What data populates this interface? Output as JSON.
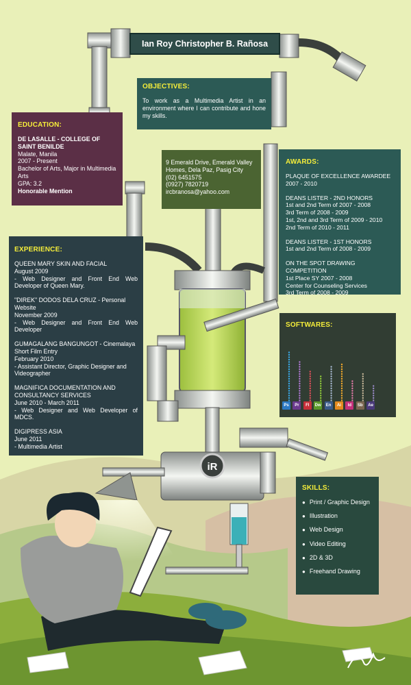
{
  "name": "Ian Roy Christopher B. Rañosa",
  "objectives": {
    "title": "OBJECTIVES:",
    "text": "To work as a Multimedia Artist in an environment where I can contribute and hone my skills."
  },
  "education": {
    "title": "EDUCATION:",
    "school": "DE LASALLE - COLLEGE OF SAINT BENILDE",
    "location": "Malate, Manila",
    "years": "2007 - Present",
    "degree": "Bachelor of Arts, Major in Multimedia Arts",
    "gpa": "GPA: 3.2",
    "honor": "Honorable Mention"
  },
  "contact": {
    "address": "9 Emerald Drive, Emerald Valley Homes, Dela Paz, Pasig City",
    "phone": "(02) 6451575",
    "mobile": "(0927) 7820719",
    "email": "ircbranosa@yahoo.com"
  },
  "awards": {
    "title": "AWARDS:",
    "items": [
      {
        "l1": "PLAQUE OF EXCELLENCE AWARDEE",
        "l2": "2007 - 2010"
      },
      {
        "l1": "DEANS LISTER - 2ND HONORS",
        "l2": "1st and 2nd Term of 2007 - 2008",
        "l3": "3rd Term of 2008 - 2009",
        "l4": "1st, 2nd and 3rd Term of 2009 - 2010",
        "l5": "2nd Term of 2010 - 2011"
      },
      {
        "l1": "DEANS LISTER - 1ST HONORS",
        "l2": "1st and 2nd Term of 2008 - 2009"
      },
      {
        "l1": "ON THE SPOT DRAWING COMPETITION",
        "l2": "1st Place SY 2007 - 2008",
        "l3": "Center for Counseling Services",
        "l4": "3rd Term of 2008 - 2009"
      }
    ]
  },
  "experience": {
    "title": "EXPERIENCE:",
    "items": [
      {
        "org": "QUEEN MARY SKIN AND FACIAL",
        "date": "August 2009",
        "role": "- Web Designer and Front End Web Developer of Queen Mary."
      },
      {
        "org": "\"DIREK\" DODOS DELA CRUZ - Personal Website",
        "date": "November 2009",
        "role": "- Web Designer and Front End Web Developer"
      },
      {
        "org": "GUMAGALANG BANGUNGOT - Cinemalaya Short Film Entry",
        "date": "February 2010",
        "role": "- Assistant Director, Graphic Designer and Videographer"
      },
      {
        "org": "MAGNIFICA DOCUMENTATION AND CONSULTANCY SERVICES",
        "date": "June 2010 - March 2011",
        "role": "- Web Designer and Web Developer of MDCS."
      },
      {
        "org": "DIGIPRESS ASIA",
        "date": "June 2011",
        "role": "- Multimedia Artist"
      }
    ]
  },
  "softwares": {
    "title": "SOFTWARES:",
    "items": [
      {
        "abbr": "Ps",
        "color": "#2c79c4",
        "dot_color": "#3aa9e8",
        "level": 24
      },
      {
        "abbr": "Pr",
        "color": "#6b3a8e",
        "dot_color": "#b27ad6",
        "level": 20
      },
      {
        "abbr": "Fl",
        "color": "#c7303a",
        "dot_color": "#e0505a",
        "level": 16
      },
      {
        "abbr": "Dw",
        "color": "#5b9a2a",
        "dot_color": "#93cf3a",
        "level": 14
      },
      {
        "abbr": "En",
        "color": "#3a5a8a",
        "dot_color": "#a7b8d0",
        "level": 18
      },
      {
        "abbr": "Ai",
        "color": "#e58a1e",
        "dot_color": "#f2a92c",
        "level": 19
      },
      {
        "abbr": "Id",
        "color": "#c4307a",
        "dot_color": "#e27aa8",
        "level": 12
      },
      {
        "abbr": "Sb",
        "color": "#7a6650",
        "dot_color": "#c8b89a",
        "level": 15
      },
      {
        "abbr": "Ae",
        "color": "#4a3a7a",
        "dot_color": "#9a8ac8",
        "level": 10
      }
    ]
  },
  "skills": {
    "title": "SKILLS:",
    "items": [
      "Print / Graphic Design",
      "Illustration",
      "Web Design",
      "Video Editing",
      "2D & 3D",
      "Freehand Drawing"
    ]
  },
  "logo": "iR"
}
